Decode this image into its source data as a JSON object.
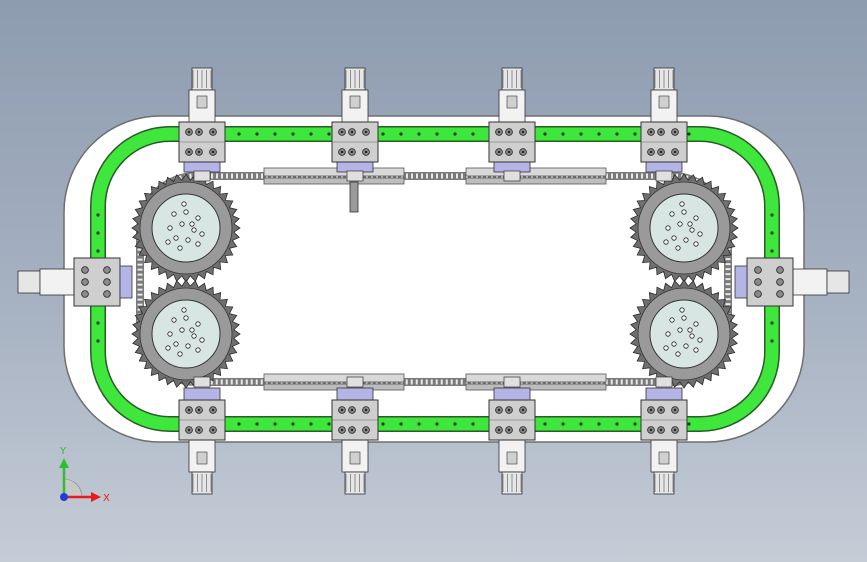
{
  "viewport": {
    "background_top": "#8e9cb0",
    "background_bottom": "#c4ccd6"
  },
  "colors": {
    "base_plate": "#ffffff",
    "base_outline": "#6f6f6f",
    "track_green": "#3fe63b",
    "track_outline": "#2a5c2a",
    "rail": "#d9d9d9",
    "block": "#cfcfcf",
    "block_dark": "#8a8a8a",
    "bracket_blue": "#b4b4e6",
    "sprocket_face": "#d7e6e3",
    "axis_x": "#e81c1c",
    "axis_y": "#2fbf2f",
    "axis_z": "#1f3fd6"
  },
  "stations": {
    "top": [
      "top-station-1",
      "top-station-2",
      "top-station-3",
      "top-station-4"
    ],
    "bottom": [
      "bottom-station-1",
      "bottom-station-2",
      "bottom-station-3",
      "bottom-station-4"
    ],
    "sides": [
      "left-station",
      "right-station"
    ]
  },
  "sprockets": [
    "sprocket-top-left",
    "sprocket-bottom-left",
    "sprocket-top-right",
    "sprocket-bottom-right"
  ],
  "axis_triad": {
    "x_label": "X",
    "y_label": "Y"
  }
}
